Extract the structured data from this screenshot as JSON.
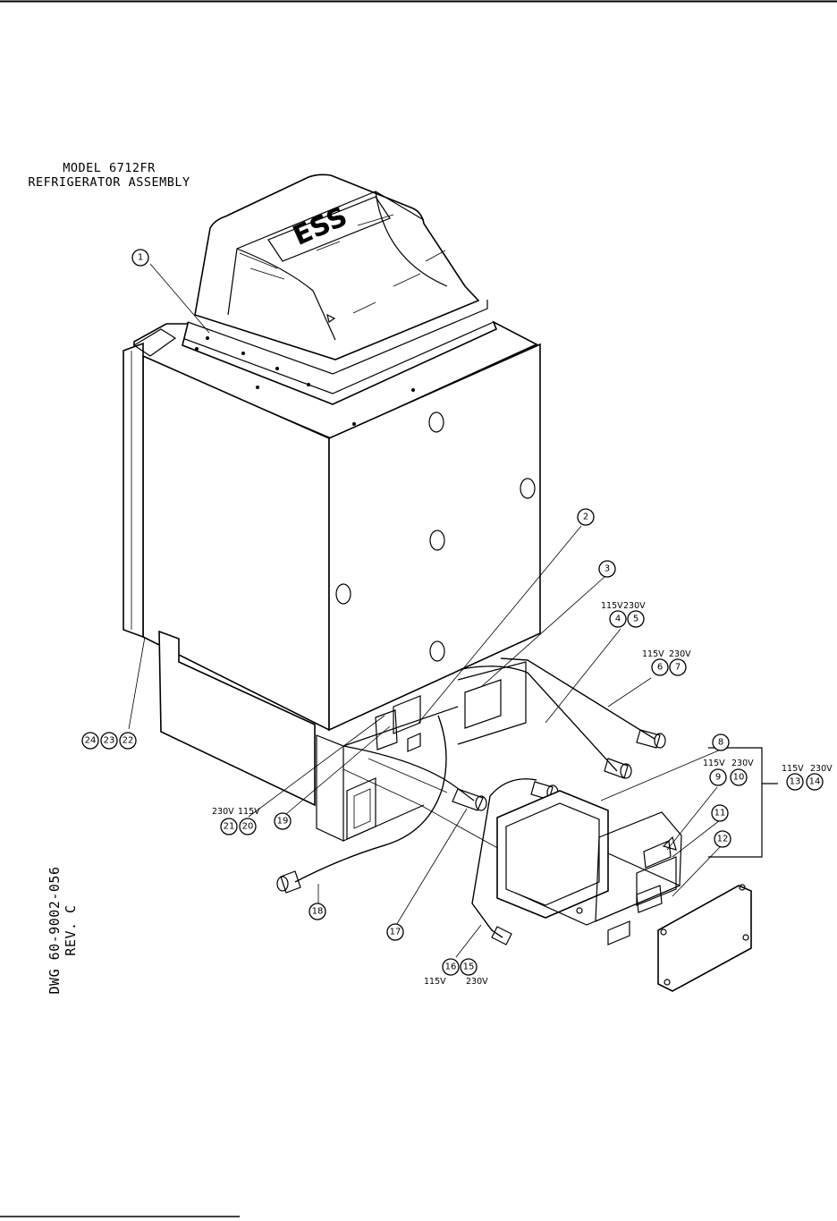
{
  "title": {
    "line1": "MODEL 6712FR",
    "line2": "REFRIGERATOR ASSEMBLY"
  },
  "drawing": {
    "number": "DWG 60-9002-056",
    "revision": "REV. C"
  },
  "logo_text": "ESS",
  "voltage_labels": {
    "v115": "115V",
    "v230": "230V",
    "v230_20_21": "230V",
    "v115_20_21": "115V"
  },
  "callouts": [
    "1",
    "2",
    "3",
    "4",
    "5",
    "6",
    "7",
    "8",
    "9",
    "10",
    "11",
    "12",
    "13",
    "14",
    "15",
    "16",
    "17",
    "18",
    "19",
    "20",
    "21",
    "22",
    "23",
    "24"
  ]
}
